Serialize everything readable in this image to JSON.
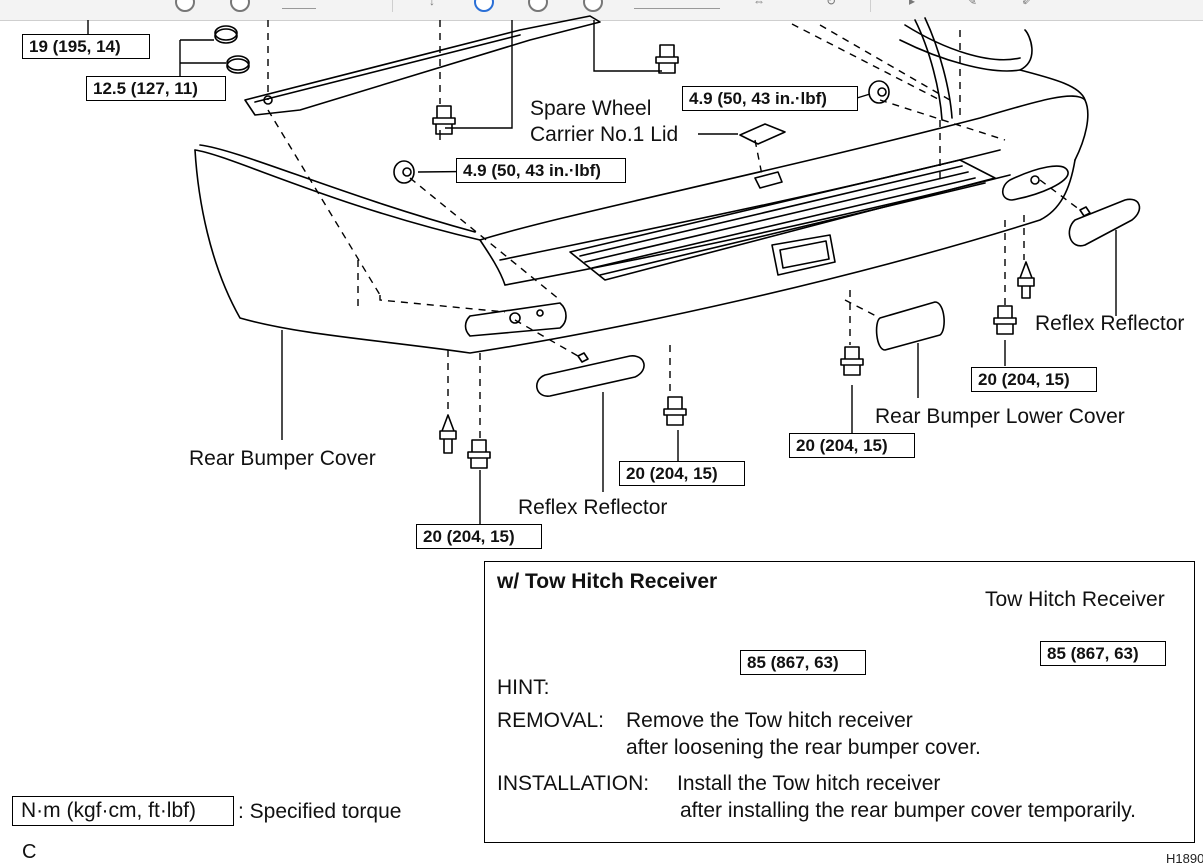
{
  "torque_specs": {
    "t1": "19 (195, 14)",
    "t2": "12.5 (127, 11)",
    "t3": "4.9 (50, 43 in.·lbf)",
    "t4": "4.9 (50, 43 in.·lbf)",
    "t5": "20 (204, 15)",
    "t6": "20 (204, 15)",
    "t7": "20 (204, 15)",
    "t8": "20 (204, 15)"
  },
  "parts": {
    "spare_wheel_line1": "Spare Wheel",
    "spare_wheel_line2": "Carrier No.1 Lid",
    "reflex_reflector_right": "Reflex Reflector",
    "reflex_reflector_left": "Reflex Reflector",
    "rear_bumper_cover": "Rear Bumper Cover",
    "rear_bumper_lower_cover": "Rear Bumper Lower Cover"
  },
  "inset": {
    "title": "w/ Tow Hitch Receiver",
    "part_label": "Tow Hitch Receiver",
    "torque_left": "85 (867, 63)",
    "torque_right": "85 (867, 63)",
    "hint_label": "HINT:",
    "removal_label": "REMOVAL:",
    "removal_line1": "Remove the Tow hitch receiver",
    "removal_line2": "after loosening the rear bumper cover.",
    "installation_label": "INSTALLATION:",
    "installation_line1": "Install the Tow hitch receiver",
    "installation_line2": "after installing the rear bumper cover temporarily."
  },
  "legend": {
    "unit_box": "N·m (kgf·cm, ft·lbf)",
    "description": ": Specified torque"
  },
  "footer": {
    "letter": "C",
    "figure_id": "H1890"
  }
}
